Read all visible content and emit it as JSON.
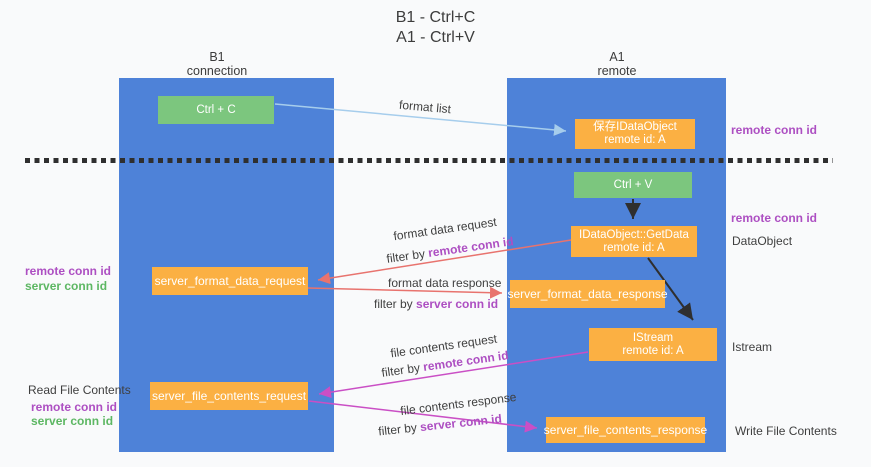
{
  "title": {
    "line1": "B1 - Ctrl+C",
    "line2": "A1 - Ctrl+V"
  },
  "columns": {
    "left": {
      "name": "B1",
      "role": "connection"
    },
    "right": {
      "name": "A1",
      "role": "remote"
    }
  },
  "nodes": {
    "ctrl_c": "Ctrl + C",
    "ctrl_v": "Ctrl + V",
    "save_dataobject": {
      "line1": "保存IDataObject",
      "line2": "remote id: A"
    },
    "getdata": {
      "line1": "IDataObject::GetData",
      "line2": "remote id: A"
    },
    "istream": {
      "line1": "IStream",
      "line2": "remote id: A"
    },
    "format_request": "server_format_data_request",
    "format_response": "server_format_data_response",
    "file_request": "server_file_contents_request",
    "file_response": "server_file_contents_response"
  },
  "arrow_labels": {
    "format_list": "format list",
    "format_data_request": "format data request",
    "format_data_response": "format data response",
    "file_contents_request": "file contents request",
    "file_contents_response": "file contents response",
    "filter_prefix": "filter by ",
    "remote_conn_id": "remote conn id",
    "server_conn_id": "server conn id"
  },
  "side_labels": {
    "left": {
      "remote_conn_id": "remote conn id",
      "server_conn_id": "server conn id",
      "read_file_contents": "Read File Contents"
    },
    "right": {
      "remote_conn_id_top": "remote conn id",
      "remote_conn_id_mid": "remote conn id",
      "dataobject": "DataObject",
      "istream": "Istream",
      "write_file_contents": "Write File Contents"
    }
  },
  "colors": {
    "lane_blue": "#4e82d8",
    "node_green": "#7cc67e",
    "node_orange": "#fbb043",
    "arrow_blue": "#a6cdec",
    "arrow_salmon": "#e8736e",
    "arrow_magenta": "#ca4fc5",
    "arrow_black": "#2f2f2f",
    "text_purple": "#ad4fc2",
    "text_green": "#5db763"
  }
}
